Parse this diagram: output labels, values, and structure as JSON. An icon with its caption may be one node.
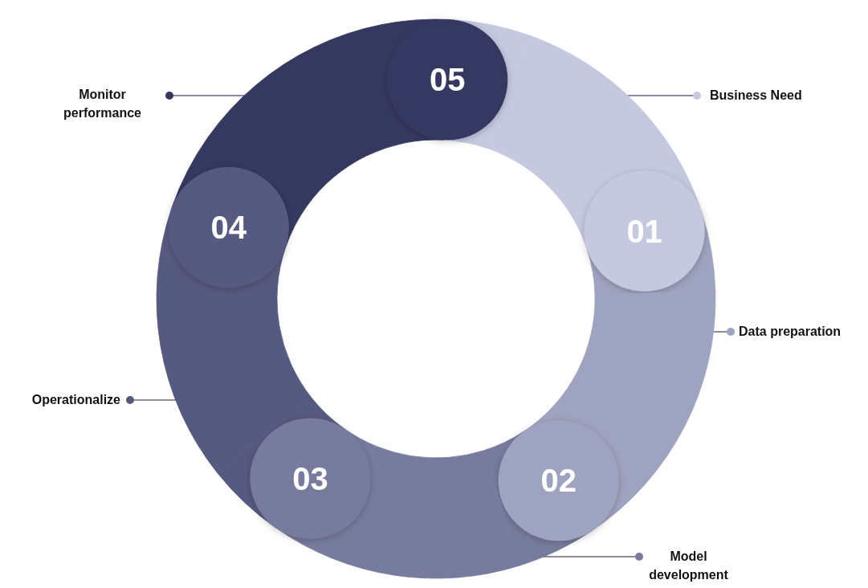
{
  "diagram": {
    "nodes": [
      {
        "text": [
          "01"
        ]
      },
      {
        "text": [
          "02"
        ]
      },
      {
        "text": [
          "03"
        ]
      },
      {
        "text": [
          "04"
        ]
      },
      {
        "text": [
          "05"
        ]
      },
      {
        "text": [
          "Business Need"
        ]
      },
      {
        "text": [
          "Data preparation"
        ]
      },
      {
        "text": [
          "Model development"
        ]
      },
      {
        "text": [
          "Operationalize"
        ]
      },
      {
        "text": [
          "Monitor performance"
        ]
      }
    ],
    "edges": [
      {
        "from": 5,
        "to": 0,
        "arrow": "other"
      },
      {
        "from": 6,
        "to": 1,
        "arrow": "other"
      },
      {
        "from": 7,
        "to": 2,
        "arrow": "other"
      },
      {
        "from": 8,
        "to": 3,
        "arrow": "other"
      },
      {
        "from": 9,
        "to": 4,
        "arrow": "other"
      }
    ]
  }
}
